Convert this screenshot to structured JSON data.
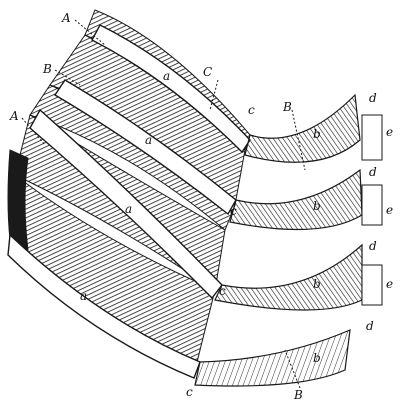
{
  "figure": {
    "labels": {
      "A_top": "A",
      "A_left": "A",
      "B_top": "B",
      "B_mid": "B",
      "B_bottom": "B",
      "C": "C",
      "a1": "a",
      "a2": "a",
      "a3": "a",
      "a4": "a",
      "b1": "b",
      "b2": "b",
      "b3": "b",
      "b4": "b",
      "c1": "c",
      "c2": "c",
      "c3": "c",
      "c4": "c",
      "d1": "d",
      "d2": "d",
      "d3": "d",
      "d4": "d",
      "e1": "e",
      "e2": "e",
      "e3": "e"
    },
    "colors": {
      "ink": "#1a1a1a",
      "shade": "#3a3a3a",
      "paper": "#ffffff"
    }
  }
}
